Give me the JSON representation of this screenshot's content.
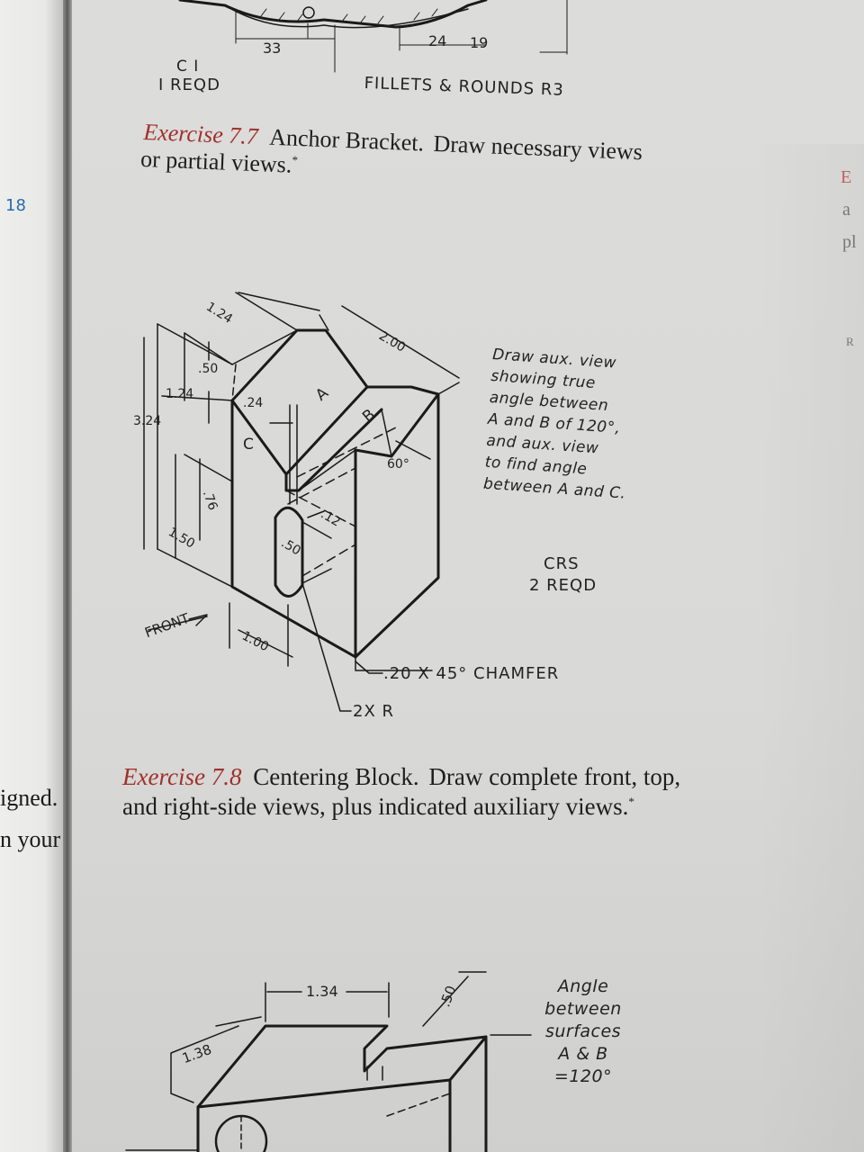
{
  "left_page": {
    "page_number": "18",
    "fragment_1": "igned.",
    "fragment_2": "n your"
  },
  "top_drawing": {
    "dim_33": "33",
    "dim_24": "24",
    "dim_19": "19",
    "part_id": "C I",
    "qty": "I REQD",
    "note": "FILLETS & ROUNDS R3"
  },
  "exercise_7_7": {
    "label": "Exercise 7.7",
    "title": "Anchor Bracket.",
    "text_line1": "Draw necessary views",
    "text_line2": "or partial views.",
    "footnote_mark": "*",
    "instruction_lines": [
      "Draw aux. view",
      "showing true",
      "angle between",
      "A and B of 120°,",
      "and aux. view",
      "to find angle",
      "between A and C."
    ],
    "material": "CRS",
    "qty": "2 REQD",
    "chamfer": ".20 X 45° CHAMFER",
    "radius": "2X R",
    "front": "FRONT",
    "surface_a": "A",
    "surface_b": "B",
    "surface_c": "C",
    "dims": {
      "d124_top": "1.24",
      "d200": "2.00",
      "d50_top": ".50",
      "d124_left": "1.24",
      "d324": "3.24",
      "d24": ".24",
      "d60": "60°",
      "d76": ".76",
      "d12": ".12",
      "d50_slot": ".50",
      "d150": "1.50",
      "d100": "1.00"
    }
  },
  "exercise_7_8": {
    "label": "Exercise 7.8",
    "title": "Centering Block.",
    "text_line1": "Draw complete front, top,",
    "text_line2": "and right-side views, plus indicated auxiliary views.",
    "footnote_mark": "*",
    "dims": {
      "d134": "1.34",
      "d138": "1.38",
      "d50": ".50"
    },
    "angle_note_lines": [
      "Angle",
      "between",
      "surfaces",
      "A & B",
      "=120°"
    ]
  },
  "right_edge": {
    "frag1": "E",
    "frag2": "a",
    "frag3": "pl",
    "frag4": "R"
  }
}
